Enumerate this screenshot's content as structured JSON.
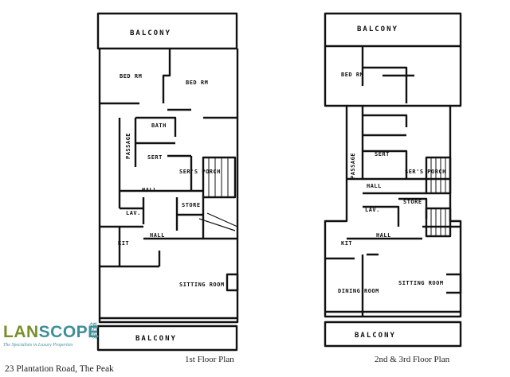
{
  "diagram": {
    "caption_left": "1st Floor Plan",
    "caption_right": "2nd & 3rd Floor Plan",
    "address": "23 Plantation Road, The Peak"
  },
  "logo": {
    "word_part1": "LAN",
    "word_part2": "SCOPE",
    "tagline": "The Specialists in Luxury Properties",
    "chinese": "領域",
    "colors": {
      "green": "#7a8e2a",
      "teal": "#3f8f9a"
    }
  },
  "plan_left": {
    "balcony_top": "BALCONY",
    "bed_rm_1": "BED RM",
    "bed_rm_2": "BED RM",
    "bath": "BATH",
    "passage": "PASSAGE",
    "servant": "SERT",
    "servants_porch": "SER'S PORCH",
    "hall_upper": "HALL",
    "lav": "LAV.",
    "store": "STORE",
    "kit": "KIT",
    "hall_lower": "HALL",
    "sitting_room": "SITTING ROOM",
    "balcony_bottom": "BALCONY"
  },
  "plan_right": {
    "balcony_top": "BALCONY",
    "bed_rm": "BED RM",
    "servant": "SERT",
    "servants_porch": "SER'S PORCH",
    "passage": "PASSAGE",
    "hall_upper": "HALL",
    "lav": "LAV.",
    "store": "STORE",
    "kit": "KIT",
    "hall_lower": "HALL",
    "dining_room": "DINING ROOM",
    "sitting_room": "SITTING ROOM",
    "balcony_bottom": "BALCONY"
  }
}
